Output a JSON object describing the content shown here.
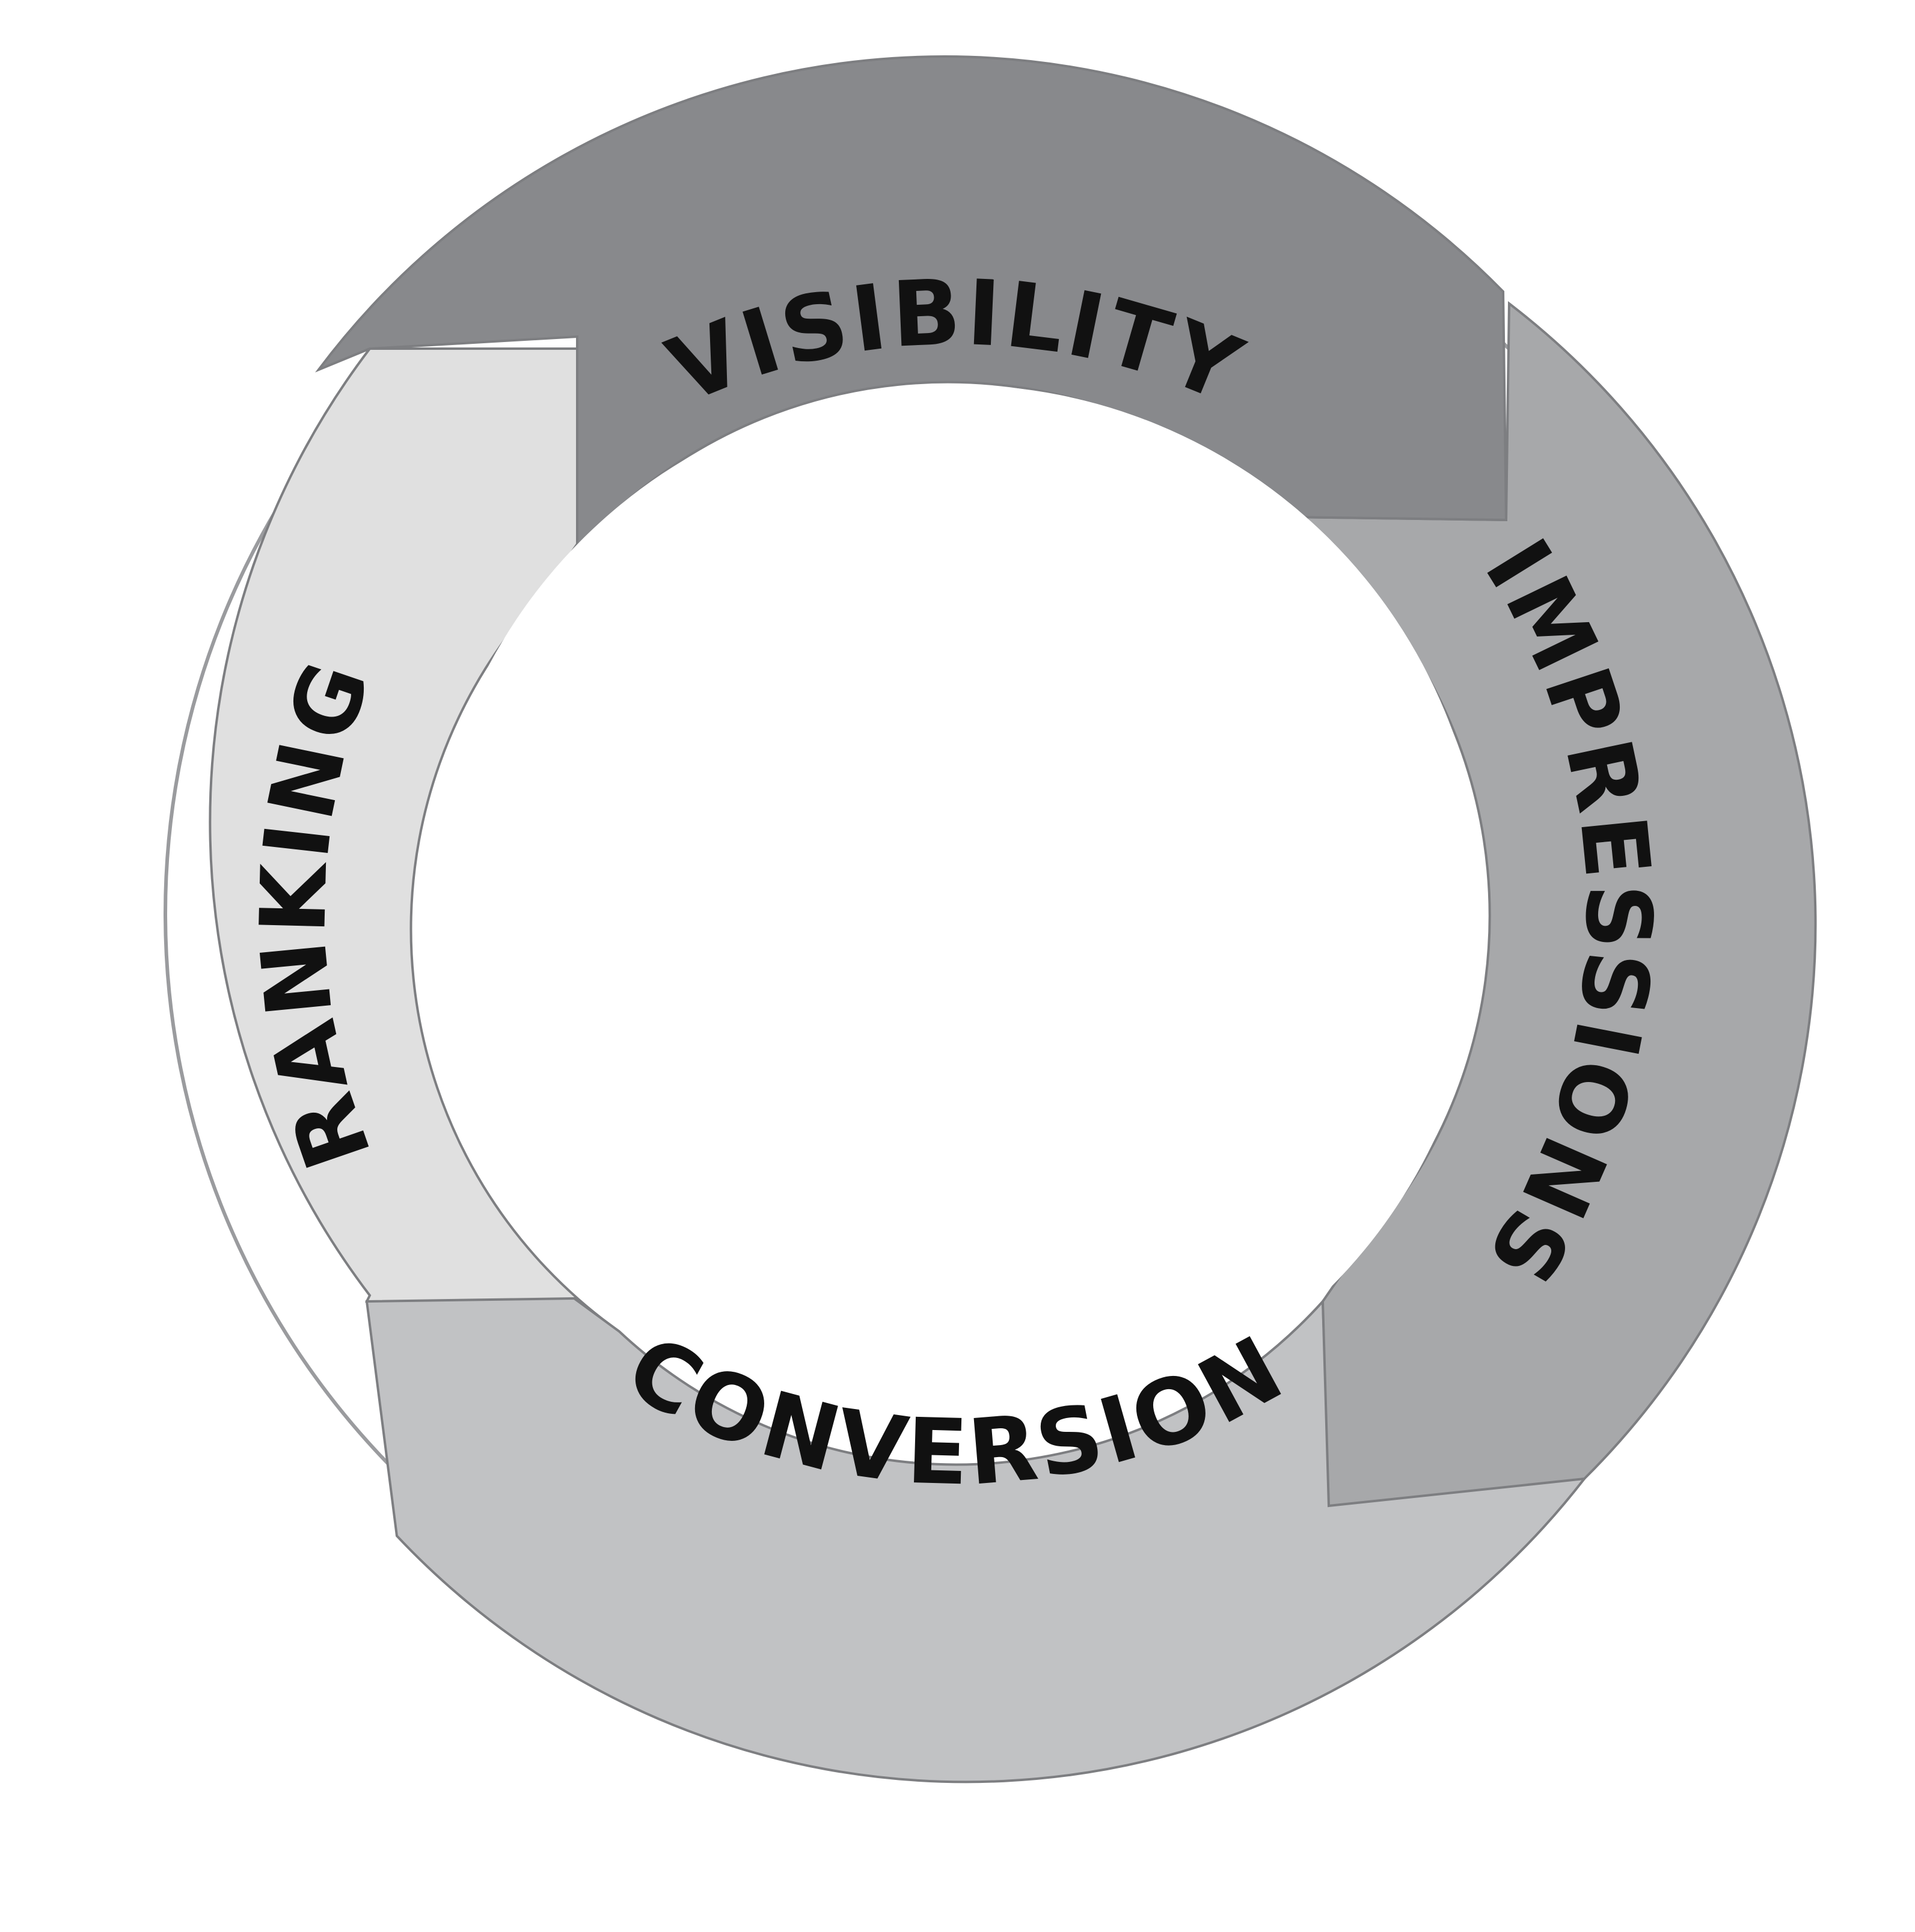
{
  "diagram": {
    "center_fill": "#ffffff",
    "segments": [
      {
        "id": "visibility",
        "label": "VISIBILITY",
        "fill": "#88898c",
        "icon": "curved-arrow"
      },
      {
        "id": "impressions",
        "label": "IMPRESSIONS",
        "fill": "#a7a8aa",
        "icon": "curved-arrow"
      },
      {
        "id": "conversion",
        "label": "CONVERSION",
        "fill": "#c1c2c4",
        "icon": "curved-arrow"
      },
      {
        "id": "ranking",
        "label": "RANKING",
        "fill": "#e0e0e0",
        "icon": "curved-arrow"
      }
    ]
  }
}
